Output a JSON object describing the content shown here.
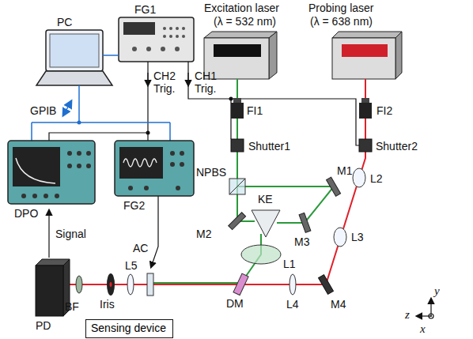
{
  "diagram": {
    "nodes": [
      {
        "text": [
          "Sensing device"
        ]
      }
    ],
    "labels": [
      "PC",
      "FG1",
      "Excitation laser",
      "(λ = 532 nm)",
      "Probing laser",
      "(λ = 638 nm)",
      "GPIB",
      "CH2",
      "Trig.",
      "CH1",
      "Trig.",
      "FI1",
      "FI2",
      "Shutter1",
      "Shutter2",
      "NPBS",
      "M1",
      "L2",
      "DPO",
      "FG2",
      "KE",
      "M2",
      "M3",
      "L1",
      "L3",
      "Signal",
      "AC",
      "L5",
      "PD",
      "BF",
      "Iris",
      "DM",
      "L4",
      "M4",
      "y",
      "z",
      "x"
    ]
  }
}
